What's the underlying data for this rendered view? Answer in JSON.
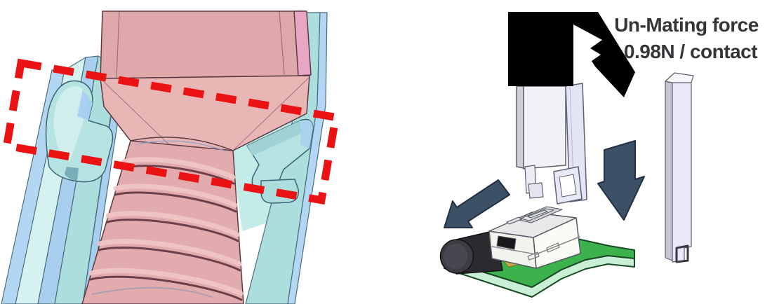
{
  "figures": {
    "left": {
      "name": "terminal-crimp-cross-section",
      "colors": {
        "highlight_red": "#ea1212",
        "seal_pink": "#dfa8ab",
        "cone_pink": "#e9b6b6",
        "barrel_pink": "#e2abae",
        "housing_teal": "#abdedd",
        "housing_teal_light": "#d6f2f0",
        "clip_teal": "#b4e3e1",
        "accent_blue": "#b3d7f2",
        "magenta_stripe": "#e7a6c4",
        "outline_dark": "#4a6e7c"
      }
    },
    "right": {
      "name": "unmating-tool-diagram",
      "callout": {
        "line1": "Un-Mating force",
        "line2": "0.98N / contact",
        "text_color": "#36353a",
        "box_color": "#000000"
      },
      "colors": {
        "arrow_slate": "#3d5166",
        "pcb_green": "#3cb24c",
        "pcb_edge_mint": "#c9f0d6",
        "tool_face": "#e9e9f7",
        "tool_side": "#c6c6d2",
        "jig_front": "#f1f1f8",
        "jig_stripe": "#e3e4f4",
        "connector_white": "#fbfbf5",
        "cable_black": "#2b2b2f",
        "contact_gold": "#c9a94e"
      }
    }
  }
}
